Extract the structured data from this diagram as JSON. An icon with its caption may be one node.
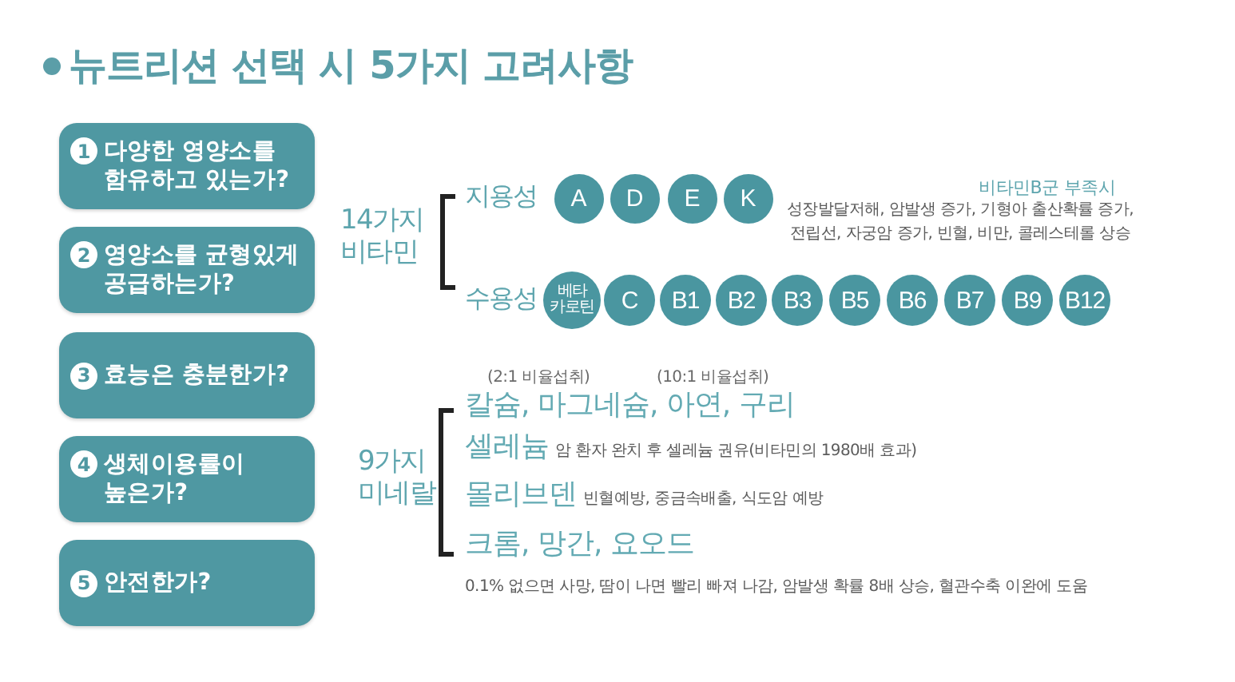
{
  "diagram": {
    "title": "뉴트리션 선택 시 5가지 고려사항",
    "nodes": [
      {
        "text": [
          "1",
          "다양한 영양소를 함유하고 있는가?"
        ]
      },
      {
        "text": [
          "2",
          "영양소를 균형있게 공급하는가?"
        ]
      },
      {
        "text": [
          "3",
          "효능은 충분한가?"
        ]
      },
      {
        "text": [
          "4",
          "생체이용률이 높은가?"
        ]
      },
      {
        "text": [
          "5",
          "안전한가?"
        ]
      },
      {
        "text": [
          "A"
        ]
      },
      {
        "text": [
          "D"
        ]
      },
      {
        "text": [
          "E"
        ]
      },
      {
        "text": [
          "K"
        ]
      },
      {
        "text": [
          "베타 카로틴"
        ]
      },
      {
        "text": [
          "C"
        ]
      },
      {
        "text": [
          "B1"
        ]
      },
      {
        "text": [
          "B2"
        ]
      },
      {
        "text": [
          "B3"
        ]
      },
      {
        "text": [
          "B5"
        ]
      },
      {
        "text": [
          "B6"
        ]
      },
      {
        "text": [
          "B7"
        ]
      },
      {
        "text": [
          "B9"
        ]
      },
      {
        "text": [
          "B12"
        ]
      }
    ],
    "labels": [
      "14가지 비타민",
      "지용성",
      "비타민B군 부족시",
      "성장발달저해, 암발생 증가, 기형아 출산확률 증가, 전립선, 자궁암 증가, 빈혈, 비만, 콜레스테롤 상승",
      "수용성",
      "(2:1 비율섭취)",
      "(10:1 비율섭취)",
      "9가지 미네랄",
      "칼슘, 마그네슘, 아연, 구리",
      "셀레늄",
      "암 환자 완치 후 셀레늄 권유(비타민의 1980배 효과)",
      "몰리브덴",
      "빈혈예방, 중금속배출, 식도암 예방",
      "크롬, 망간, 요오드",
      "0.1% 없으면 사망, 땀이 나면 빨리 빠져 나감, 암발생 확률 8배 상승, 혈관수축 이완에 도움"
    ]
  }
}
